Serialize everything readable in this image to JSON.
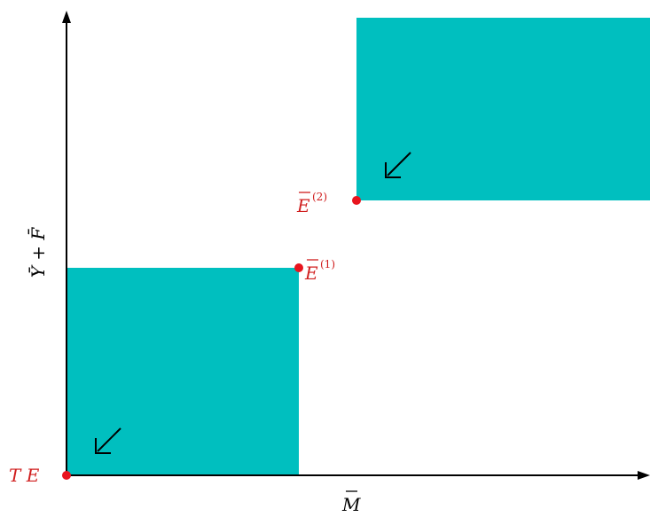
{
  "colors": {
    "region_fill": "#00BFBF",
    "point": "#E8141E",
    "label": "#D01E1E",
    "axis": "#000000"
  },
  "axes": {
    "x_label": {
      "base": "M",
      "accent": "bar"
    },
    "y_label": "Ȳ + F̄"
  },
  "points": {
    "te": {
      "text": "T E"
    },
    "e1": {
      "base": "E",
      "sup": "(1)"
    },
    "e2": {
      "base": "E",
      "sup": "(2)"
    }
  },
  "icons": {
    "arrow_lower": "arrow-down-left-icon",
    "arrow_upper": "arrow-down-left-icon"
  }
}
